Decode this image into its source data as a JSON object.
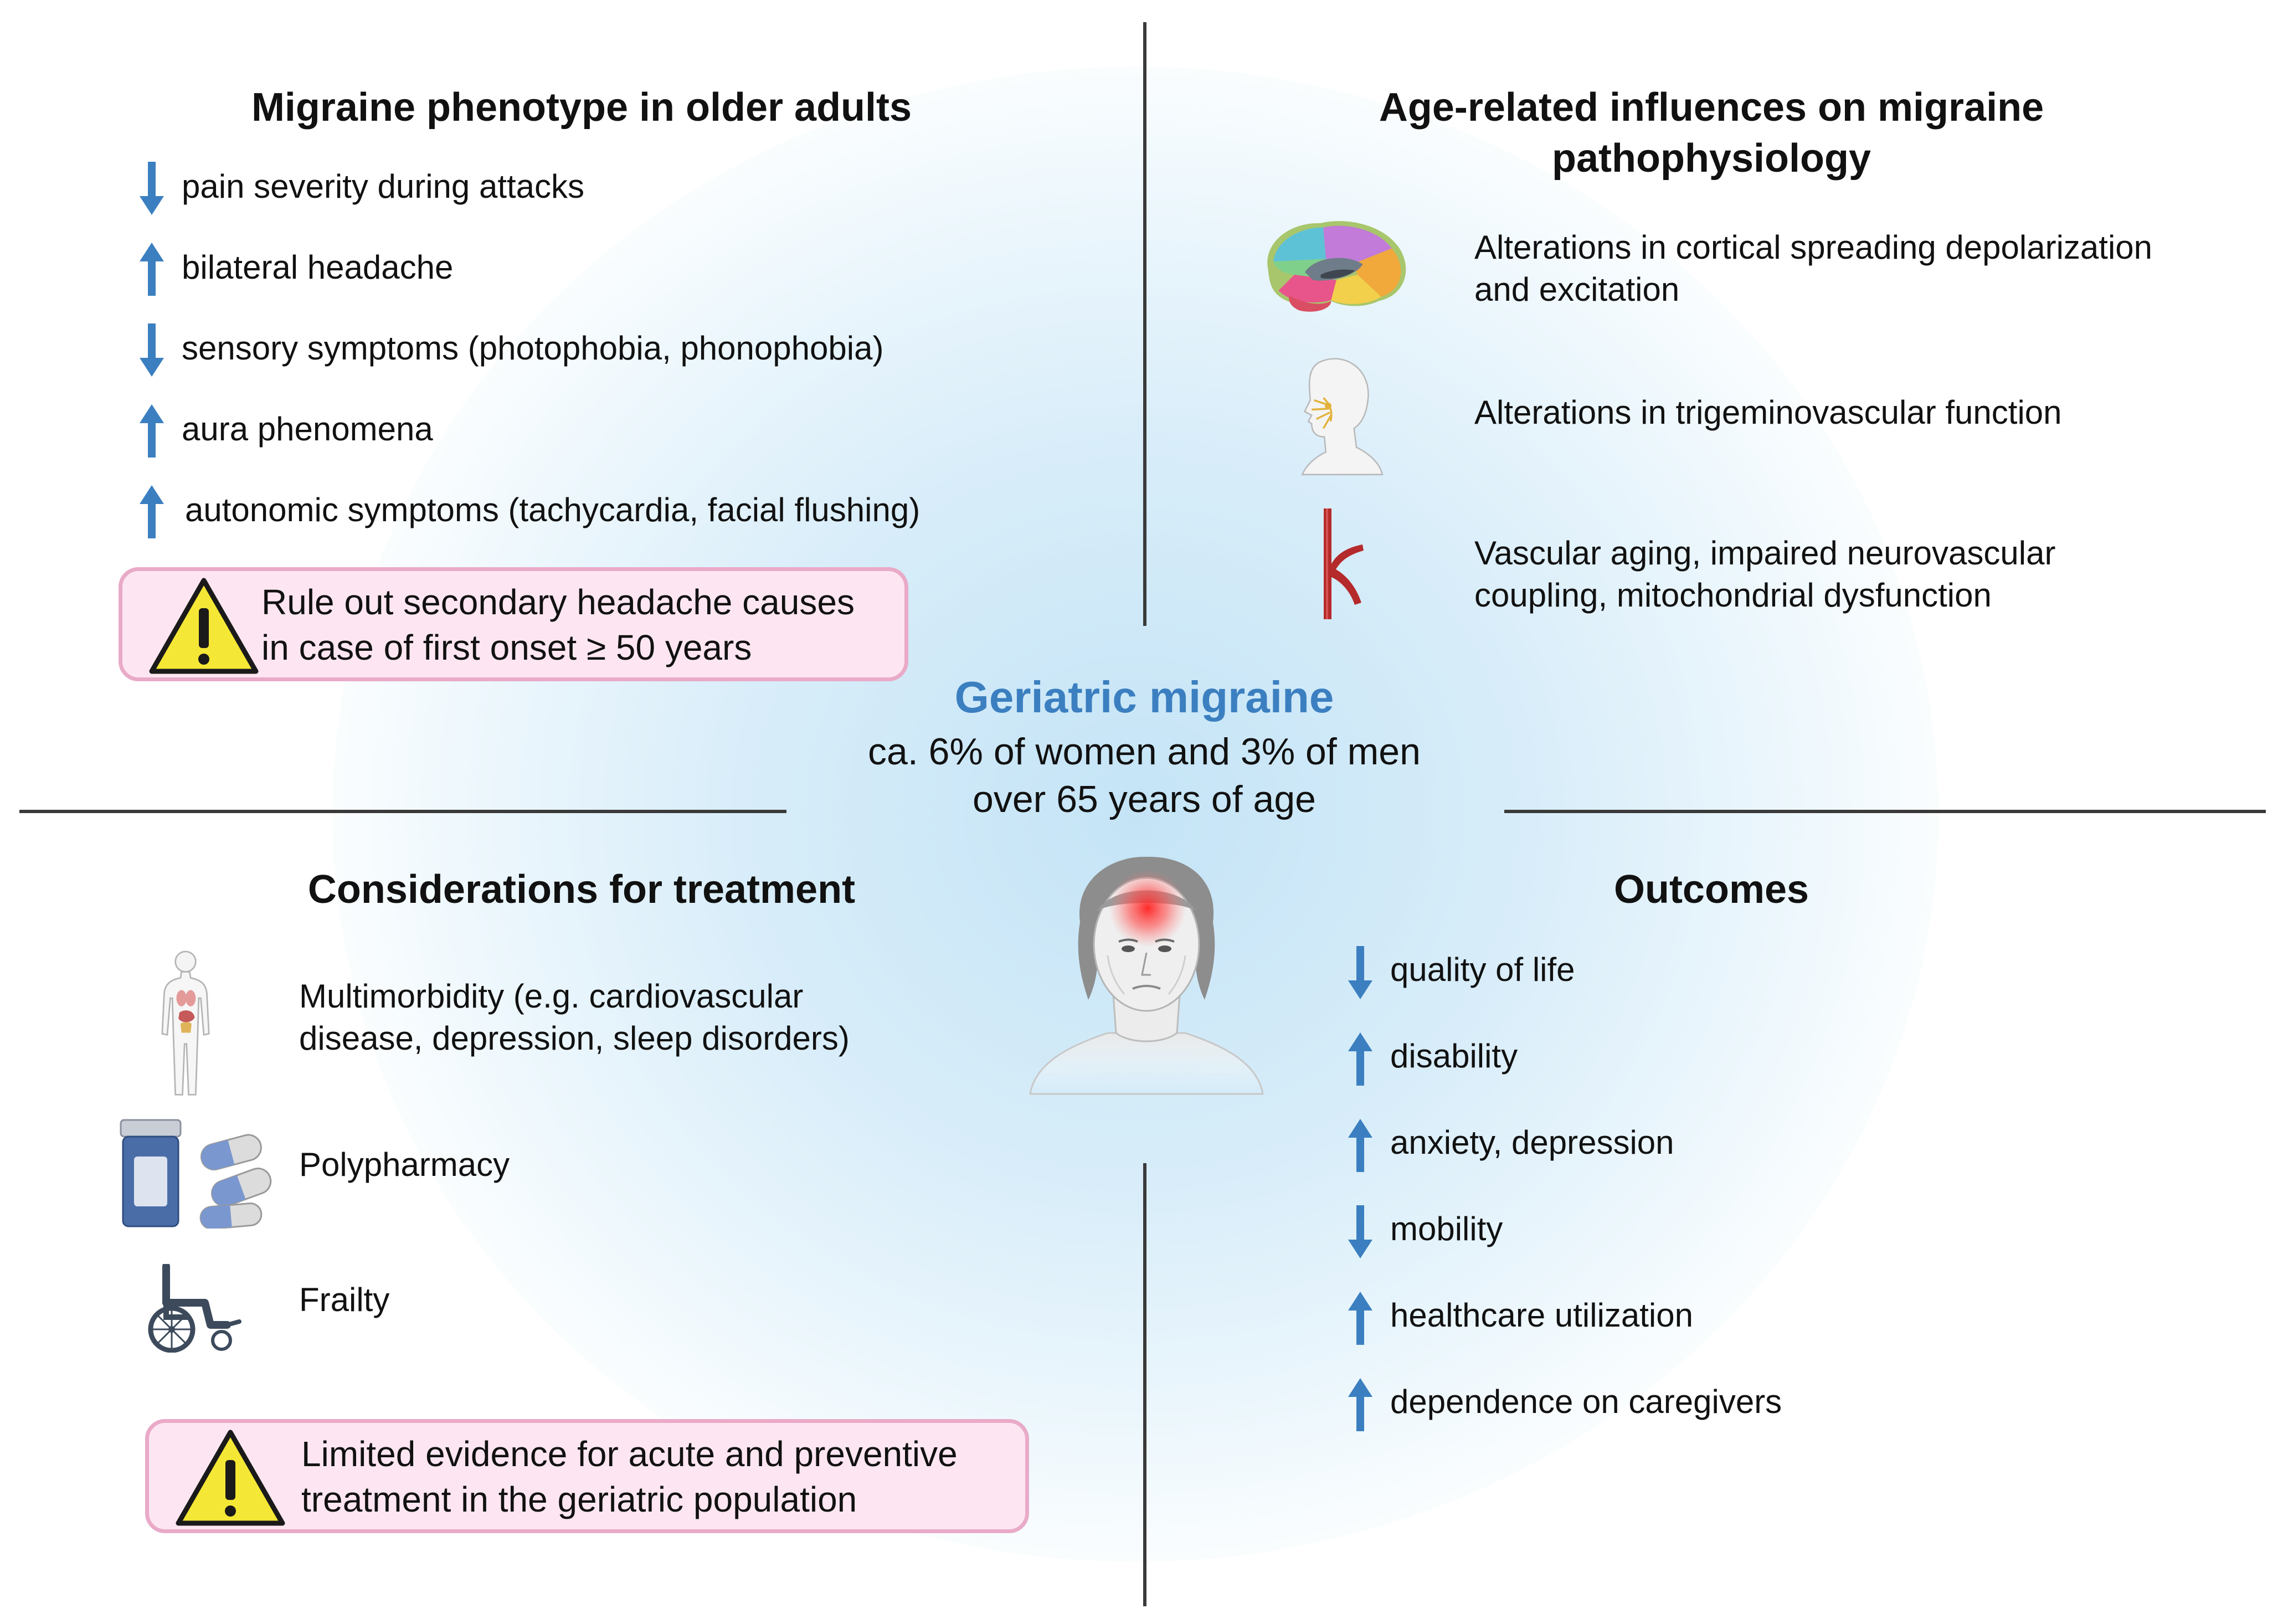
{
  "center": {
    "title": "Geriatric migraine",
    "line1": "ca. 6% of women and 3% of men",
    "line2": "over 65 years of age"
  },
  "phenotype": {
    "heading": "Migraine phenotype in older adults",
    "items": [
      {
        "direction": "down",
        "text": "pain severity during attacks"
      },
      {
        "direction": "up",
        "text": "bilateral headache"
      },
      {
        "direction": "down",
        "text": "sensory symptoms (photophobia, phonophobia)"
      },
      {
        "direction": "up",
        "text": "aura phenomena"
      },
      {
        "direction": "up",
        "text": "autonomic symptoms (tachycardia, facial flushing)"
      }
    ],
    "warning": {
      "line1": "Rule out secondary headache causes",
      "line2": "in case of first onset ≥ 50 years"
    }
  },
  "pathophysiology": {
    "heading_line1": "Age-related influences on migraine",
    "heading_line2": "pathophysiology",
    "items": [
      {
        "icon": "brain-icon",
        "line1": "Alterations in cortical spreading depolarization",
        "line2": "and excitation"
      },
      {
        "icon": "head-nerves-icon",
        "line1": "Alterations in trigeminovascular function",
        "line2": ""
      },
      {
        "icon": "blood-vessel-icon",
        "line1": "Vascular aging, impaired neurovascular",
        "line2": "coupling, mitochondrial dysfunction"
      }
    ]
  },
  "treatment": {
    "heading": "Considerations for treatment",
    "items": [
      {
        "icon": "human-body-icon",
        "line1": "Multimorbidity (e.g. cardiovascular",
        "line2": "disease, depression, sleep disorders)"
      },
      {
        "icon": "pills-icon",
        "line1": "Polypharmacy",
        "line2": ""
      },
      {
        "icon": "wheelchair-icon",
        "line1": "Frailty",
        "line2": ""
      }
    ],
    "warning": {
      "line1": "Limited evidence for acute and preventive",
      "line2": "treatment in the geriatric population"
    }
  },
  "outcomes": {
    "heading": "Outcomes",
    "items": [
      {
        "direction": "down",
        "text": "quality of life"
      },
      {
        "direction": "up",
        "text": "disability"
      },
      {
        "direction": "up",
        "text": "anxiety, depression"
      },
      {
        "direction": "down",
        "text": "mobility"
      },
      {
        "direction": "up",
        "text": "healthcare utilization"
      },
      {
        "direction": "up",
        "text": "dependence on caregivers"
      }
    ]
  },
  "colors": {
    "arrow": "#3b7fc0",
    "accent_title": "#3b7fc0",
    "warning_fill": "#fde6f1",
    "warning_border": "#e9aac8",
    "warning_triangle": "#f5e735"
  }
}
